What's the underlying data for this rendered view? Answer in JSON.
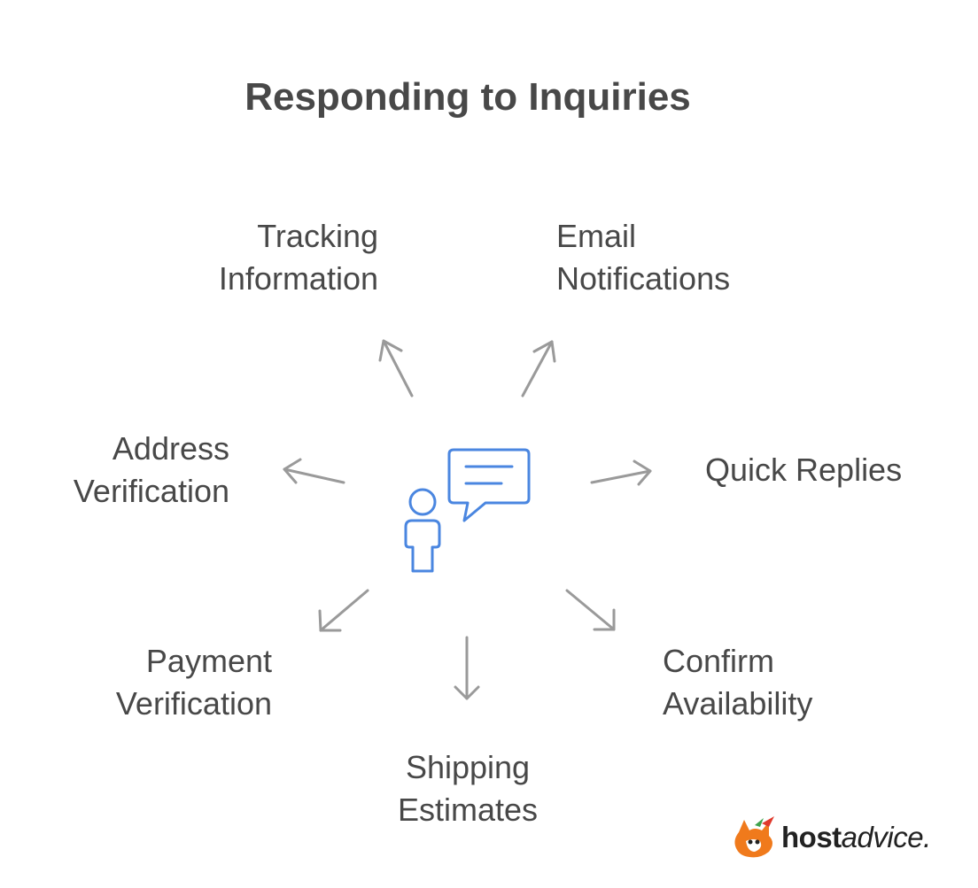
{
  "title": "Responding to Inquiries",
  "items": {
    "tracking": {
      "line1": "Tracking",
      "line2": "Information"
    },
    "email": {
      "line1": "Email",
      "line2": "Notifications"
    },
    "address": {
      "line1": "Address",
      "line2": "Verification"
    },
    "quick": {
      "line1": "Quick Replies"
    },
    "payment": {
      "line1": "Payment",
      "line2": "Verification"
    },
    "confirm": {
      "line1": "Confirm",
      "line2": "Availability"
    },
    "shipping": {
      "line1": "Shipping",
      "line2": "Estimates"
    }
  },
  "center_icon": "person-with-speech-bubble-icon",
  "logo": {
    "bold_part": "host",
    "light_part": "advice."
  },
  "colors": {
    "title": "#484848",
    "label": "#484848",
    "arrow": "#9a9a9a",
    "icon": "#4a86e0",
    "logo_orange": "#f07a1c"
  }
}
